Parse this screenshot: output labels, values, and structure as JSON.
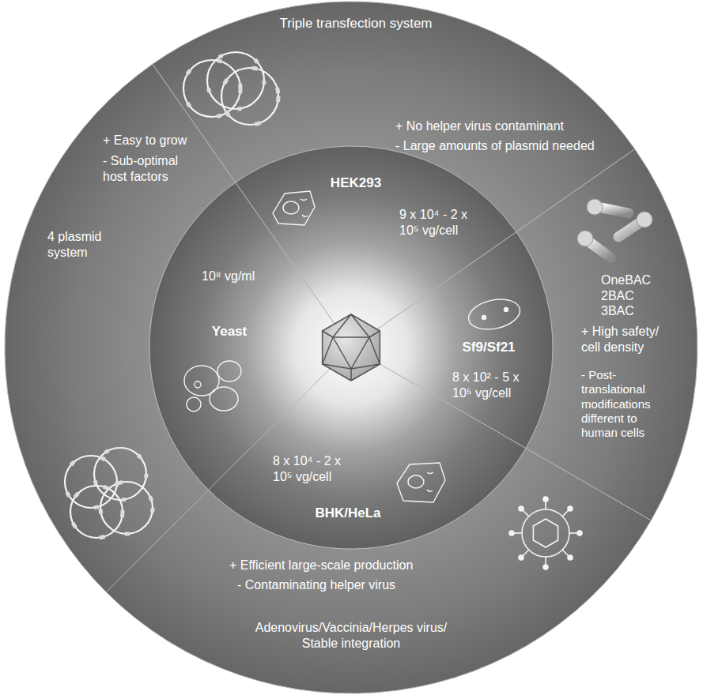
{
  "diagram": {
    "nodes": [
      {
        "text": [
          "Triple transfection system",
          "+ No helper virus contaminant",
          "- Large amounts of plasmid needed"
        ]
      },
      {
        "text": [
          "HEK293",
          "9 x 10⁴ - 2 x 10⁵ vg/cell"
        ]
      },
      {
        "text": [
          "OneBAC 2BAC 3BAC",
          "+ High safety/ cell density",
          "- Post-translational modifications different to human cells"
        ]
      },
      {
        "text": [
          "Sf9/Sf21",
          "8 x 10² - 5 x 10⁵ vg/cell"
        ]
      },
      {
        "text": [
          "+ Efficient large-scale production",
          "- Contaminating helper virus",
          "Adenovirus/Vaccinia/Herpes virus/ Stable integration"
        ]
      },
      {
        "text": [
          "BHK/HeLa",
          "8 x 10⁴ - 2 x 10⁵ vg/cell"
        ]
      },
      {
        "text": [
          "+ Easy to grow",
          "- Sub-optimal host factors",
          "4 plasmid system"
        ]
      },
      {
        "text": [
          "Yeast",
          "10⁸ vg/ml"
        ]
      }
    ]
  }
}
